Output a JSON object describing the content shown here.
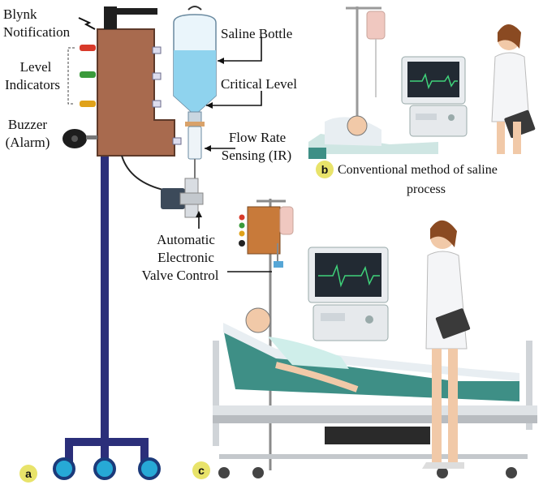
{
  "panel_a": {
    "tag": "a",
    "labels": {
      "blynk": [
        "Blynk",
        "Notification"
      ],
      "level_indicators": [
        "Level",
        "Indicators"
      ],
      "buzzer": [
        "Buzzer",
        "(Alarm)"
      ],
      "saline_bottle": "Saline Bottle",
      "critical_level": "Critical Level",
      "flow_rate": [
        "Flow Rate",
        "Sensing (IR)"
      ],
      "valve": [
        "Automatic",
        "Electronic",
        "Valve Control"
      ]
    }
  },
  "panel_b": {
    "tag": "b",
    "caption": [
      "Conventional method of saline",
      "process"
    ]
  },
  "panel_c": {
    "tag": "c"
  },
  "colors": {
    "device_body": "#a86a4e",
    "stand": "#2b2f7a",
    "wheel": "#27a9d6",
    "saline": "#8fd3ee",
    "bed": "#3e8f86",
    "indicator_red": "#d83a2a",
    "indicator_green": "#3a9a3a",
    "indicator_yellow": "#e0a21a"
  },
  "icons": [
    "lightning-icon",
    "buzzer-icon",
    "valve-icon",
    "ecg-monitor-icon",
    "nurse-figure",
    "patient-figure",
    "hospital-bed-icon"
  ]
}
